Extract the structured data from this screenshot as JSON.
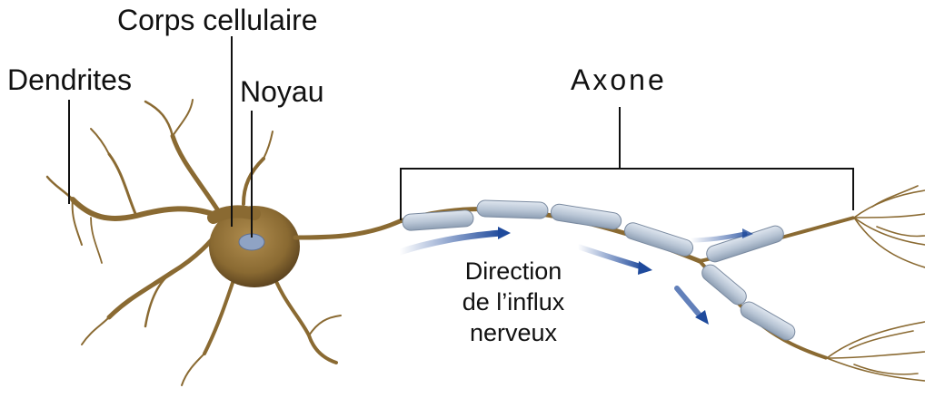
{
  "labels": {
    "corps": "Corps cellulaire",
    "dendrites": "Dendrites",
    "noyau": "Noyau",
    "axone": "Axone",
    "direction": [
      "Direction",
      "de l’influx",
      "nerveux"
    ]
  },
  "colors": {
    "neuron": "#8a6a32",
    "neuron_dark": "#6b4f22",
    "myelin": "#b9c6d6",
    "nucleus": "#8fa3c4",
    "arrow": "#1f4a9c",
    "lines": "#111111"
  }
}
